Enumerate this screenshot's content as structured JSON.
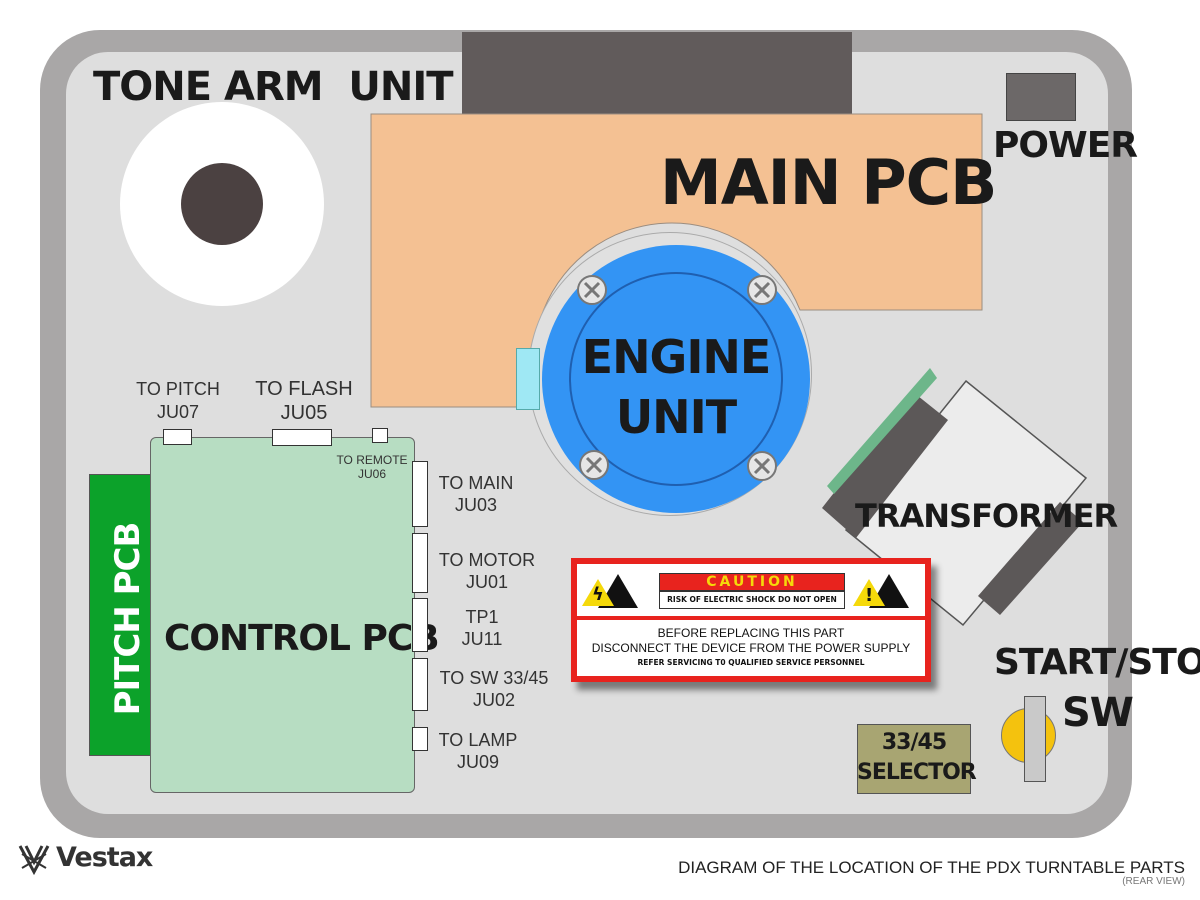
{
  "labels": {
    "tone_arm": "TONE ARM  UNIT",
    "main_pcb": "MAIN PCB",
    "power": "POWER",
    "engine_line1": "ENGINE",
    "engine_line2": "UNIT",
    "transformer": "TRANSFORMER",
    "pitch_pcb": "PITCH PCB",
    "control_pcb": "CONTROL PCB",
    "start_stop_line1": "START/STOP",
    "start_stop_line2": "SW",
    "selector_line1": "33/45",
    "selector_line2": "SELECTOR"
  },
  "connectors": {
    "to_pitch": "TO PITCH",
    "ju07": "JU07",
    "to_flash": "TO FLASH",
    "ju05": "JU05",
    "to_remote": "TO REMOTE",
    "ju06": "JU06",
    "to_main": "TO MAIN",
    "ju03": "JU03",
    "to_motor": "TO MOTOR",
    "ju01": "JU01",
    "tp1": "TP1",
    "ju11": "JU11",
    "to_sw": "TO SW 33/45",
    "ju02": "JU02",
    "to_lamp": "TO LAMP",
    "ju09": "JU09"
  },
  "caution": {
    "title": "CAUTION",
    "subtitle": "RISK OF ELECTRIC SHOCK DO NOT OPEN",
    "line1": "BEFORE REPLACING THIS PART",
    "line2": "DISCONNECT THE DEVICE FROM THE POWER SUPPLY",
    "line3": "REFER SERVICING T0 QUALIFIED SERVICE PERSONNEL"
  },
  "footer": {
    "brand": "Vestax",
    "caption": "DIAGRAM OF THE LOCATION OF THE PDX TURNTABLE PARTS",
    "subcaption": "(REAR VIEW)"
  },
  "colors": {
    "main_pcb": "#f4c193",
    "engine": "#3394f4",
    "control_pcb": "#b7ddc2",
    "pitch_pcb": "#0ca22a",
    "selector": "#a8a572",
    "start_stop_knob": "#f4c20e",
    "caution_red": "#e8231e"
  }
}
